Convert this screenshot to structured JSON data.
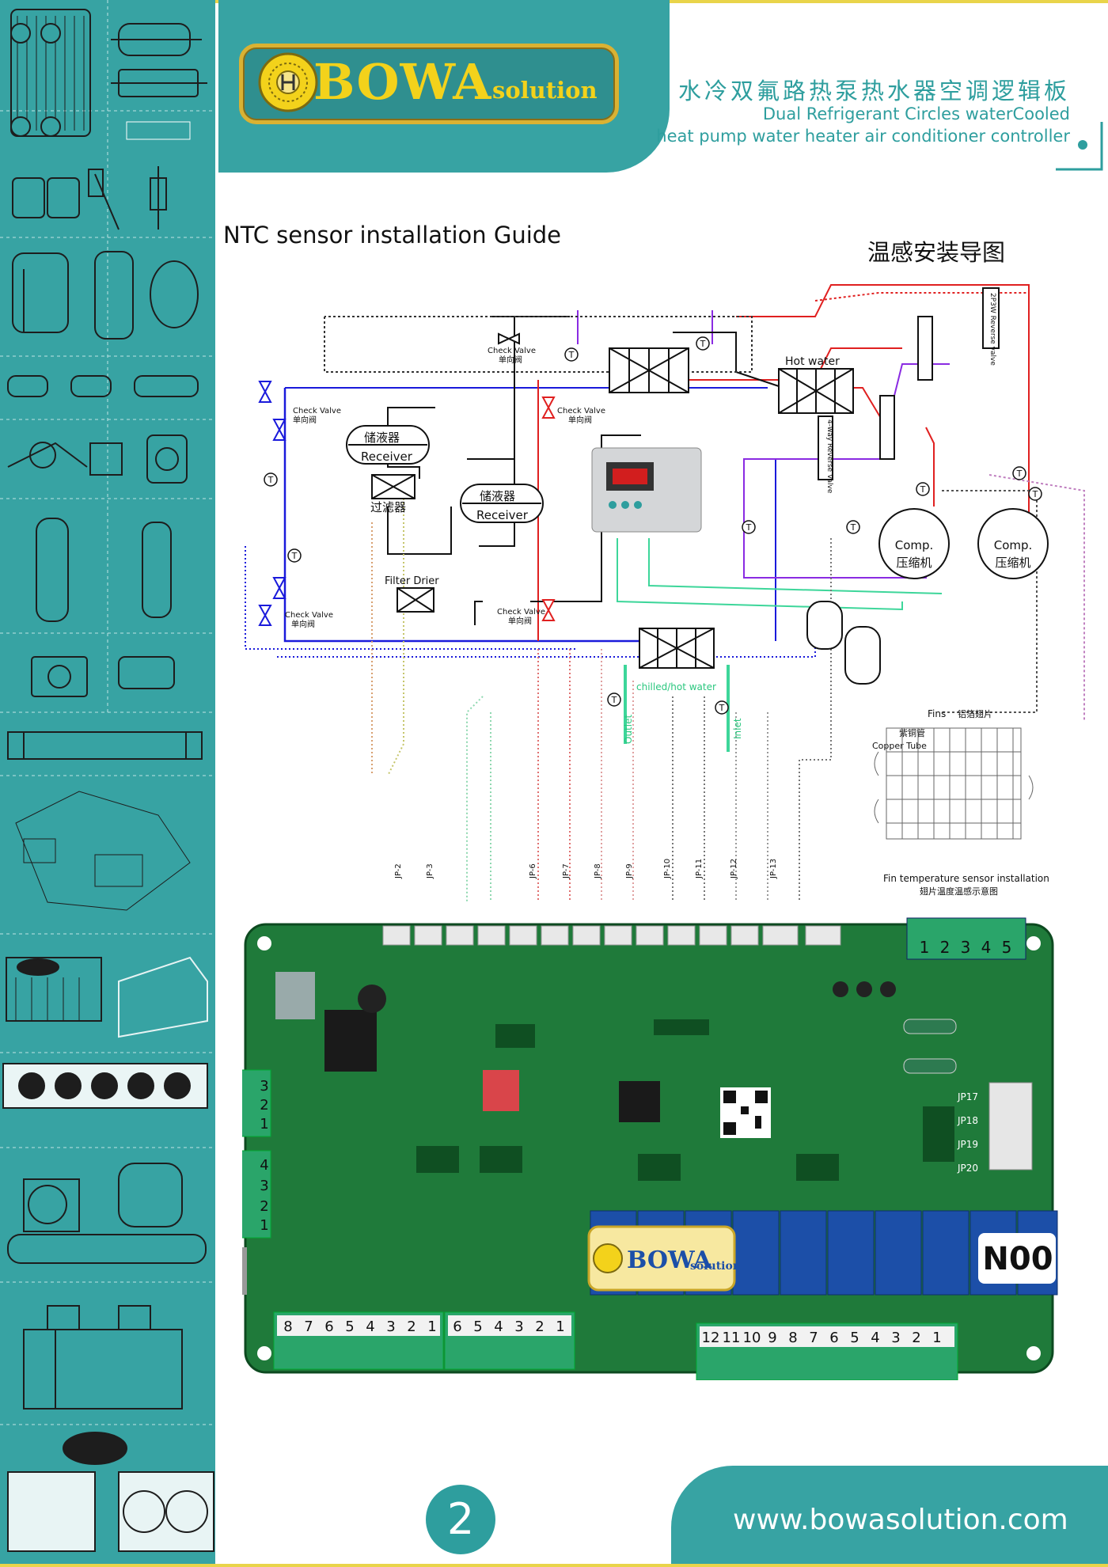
{
  "brand": {
    "name": "BOWA",
    "tagline": "solution"
  },
  "header": {
    "title_cn": "水冷双氟路热泵热水器空调逻辑板",
    "title_en_line1": "Dual Refrigerant Circles waterCooled",
    "title_en_line2": "heat pump water heater air conditioner controller"
  },
  "section": {
    "title_en": "NTC sensor installation Guide",
    "title_cn": "温感安装导图"
  },
  "diagram": {
    "check_valve_en": "Check Valve",
    "check_valve_cn": "单向阀",
    "receiver_cn": "储液器",
    "receiver_en": "Receiver",
    "filter_cn": "过滤器",
    "filter_drier": "Filter Drier",
    "hot_water": "Hot water",
    "reverse_valve_4way": "4-way Reverse Valve",
    "reverse_valve_2p3w": "2P3W Reverse valve",
    "comp_en": "Comp.",
    "comp_cn": "压缩机",
    "chilled_hot_water": "chilled/hot water",
    "outlet": "Outlet",
    "inlet": "Inlet",
    "fins": "Fins",
    "fins_cn": "铝箔翅片",
    "copper_tube_cn": "紫铜管",
    "copper_tube": "Copper Tube",
    "fin_install_en": "Fin temperature sensor installation",
    "fin_install_cn": "翅片温度温感示意图",
    "sensor_symbol": "T",
    "ports": [
      "JP-2",
      "JP-3",
      "JP-6",
      "JP-7",
      "JP-8",
      "JP-9",
      "JP-10",
      "JP-11",
      "JP-12",
      "JP-13"
    ]
  },
  "pcb": {
    "relay_label": "N00",
    "terminal_top": [
      "1",
      "2",
      "3",
      "4",
      "5"
    ],
    "terminal_left1": [
      "1",
      "2",
      "3"
    ],
    "terminal_left2": [
      "1",
      "2",
      "3",
      "4"
    ],
    "terminal_bottom_a": [
      "8",
      "7",
      "6",
      "5",
      "4",
      "3",
      "2",
      "1"
    ],
    "terminal_bottom_b": [
      "6",
      "5",
      "4",
      "3",
      "2",
      "1"
    ],
    "terminal_bottom_c": [
      "12",
      "11",
      "10",
      "9",
      "8",
      "7",
      "6",
      "5",
      "4",
      "3",
      "2",
      "1"
    ],
    "jp_right": [
      "JP17",
      "JP18",
      "JP19",
      "JP20"
    ]
  },
  "footer": {
    "page_number": "2",
    "url": "www.bowasolution.com"
  },
  "colors": {
    "teal": "#37a3a3",
    "gold": "#f3d21b",
    "pcb_green": "#1f7a3a",
    "pipe_red": "#e02020",
    "pipe_blue": "#1a1adb"
  }
}
